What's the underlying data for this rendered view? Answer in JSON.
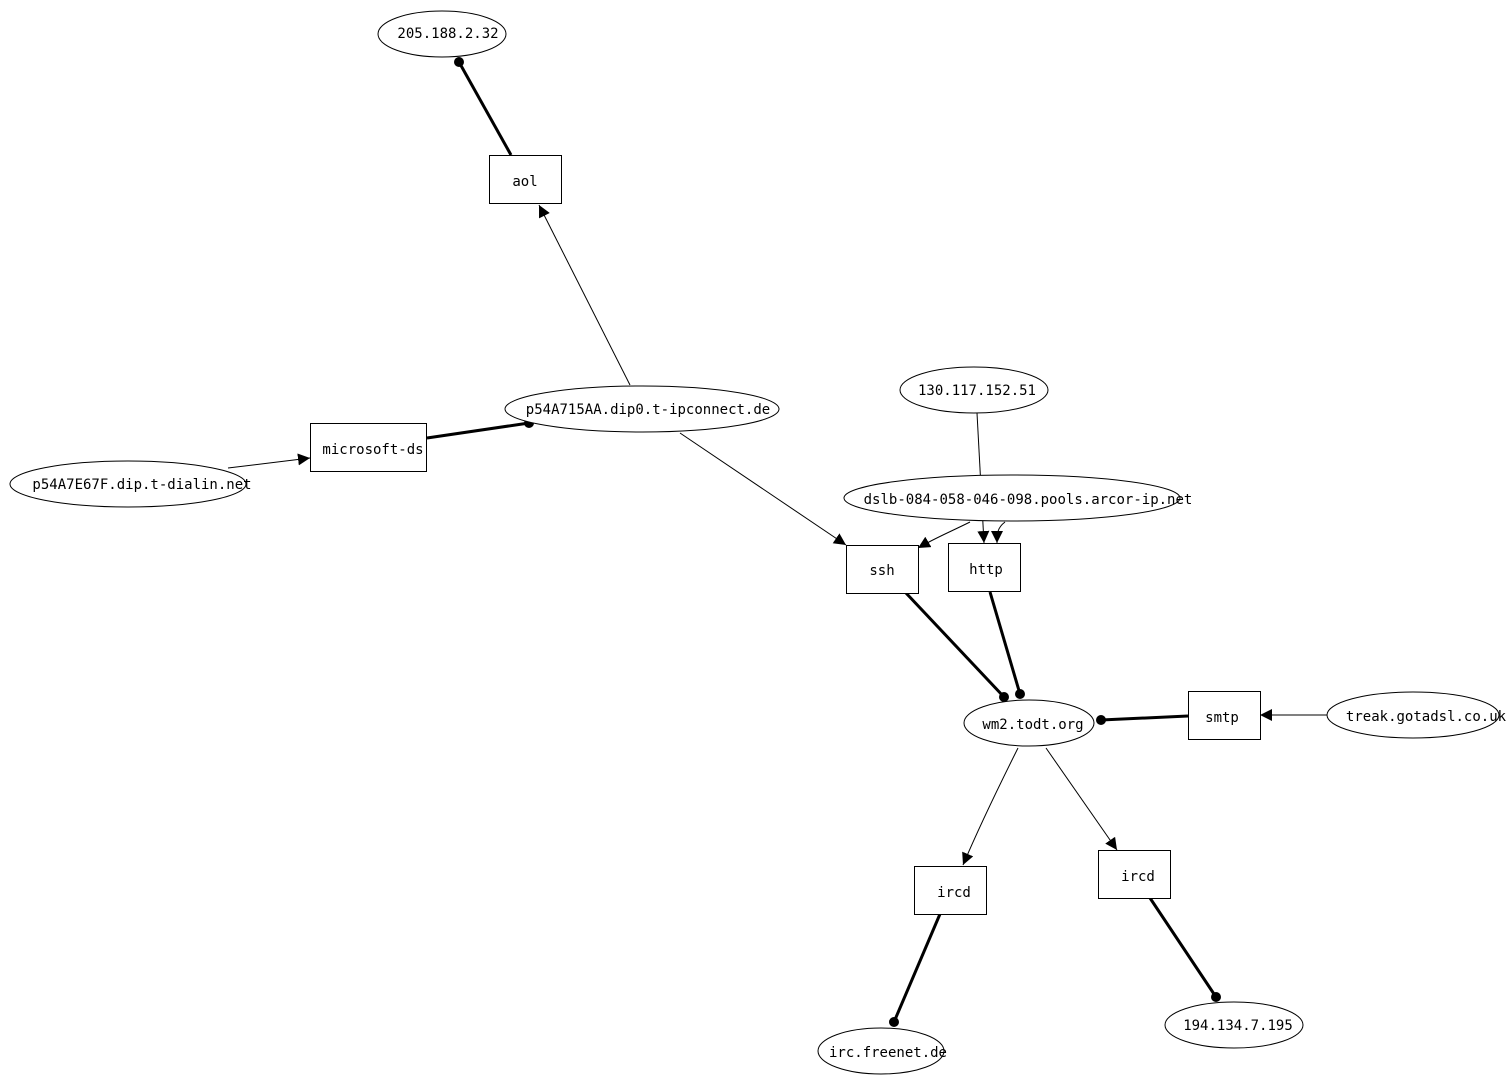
{
  "diagram": {
    "ellipse_nodes": {
      "n205": "205.188.2.32",
      "n_p54a715": "p54A715AA.dip0.t-ipconnect.de",
      "n_p54a7e6": "p54A7E67F.dip.t-dialin.net",
      "n130": "130.117.152.51",
      "n_dslb": "dslb-084-058-046-098.pools.arcor-ip.net",
      "n_wm2": "wm2.todt.org",
      "n_treak": "treak.gotadsl.co.uk",
      "n_irc": "irc.freenet.de",
      "n194": "194.134.7.195"
    },
    "box_nodes": {
      "b_aol": "aol",
      "b_msds": "microsoft-ds",
      "b_ssh": "ssh",
      "b_http": "http",
      "b_smtp": "smtp",
      "b_ircd1": "ircd",
      "b_ircd2": "ircd"
    },
    "colors": {
      "stroke": "#000000",
      "fill": "#ffffff"
    }
  }
}
